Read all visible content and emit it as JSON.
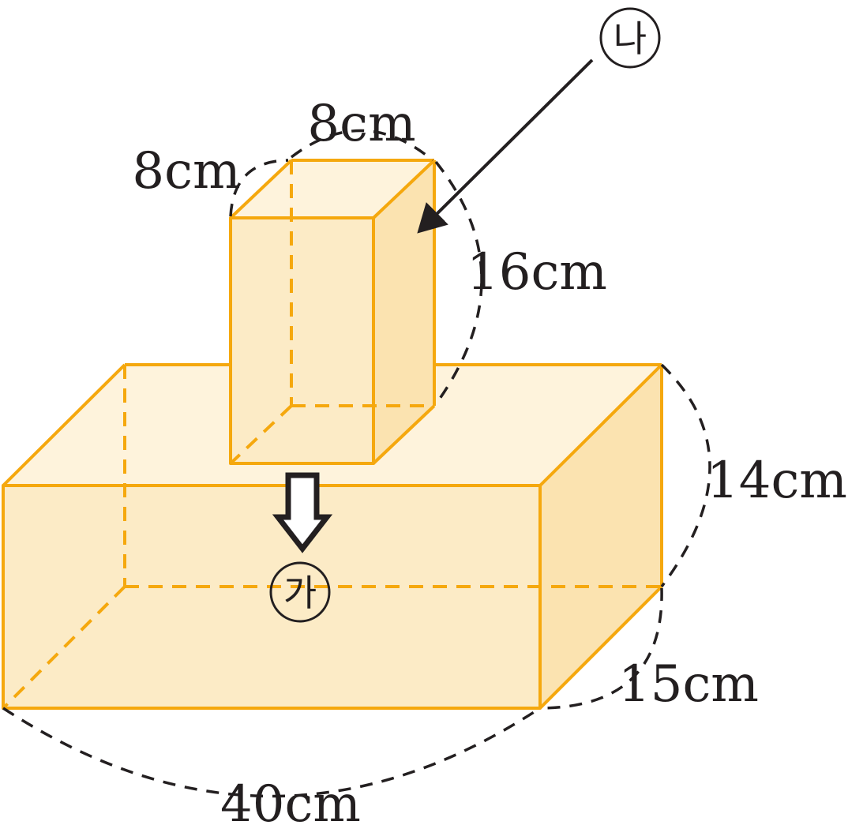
{
  "colors": {
    "edge": "#F5A80E",
    "face_front": "#FCEBC6",
    "face_side": "#FBE3B0",
    "face_top": "#FEF3DC",
    "ink": "#231F20"
  },
  "labels": {
    "small_width": "8cm",
    "small_depth": "8cm",
    "small_height": "16cm",
    "large_height": "14cm",
    "large_depth": "15cm",
    "large_width": "40cm",
    "solid_ga": "가",
    "solid_na": "나"
  },
  "icons": {
    "drop_arrow": "down-arrow-icon",
    "pointer_arrow": "pointer-arrow-icon"
  }
}
